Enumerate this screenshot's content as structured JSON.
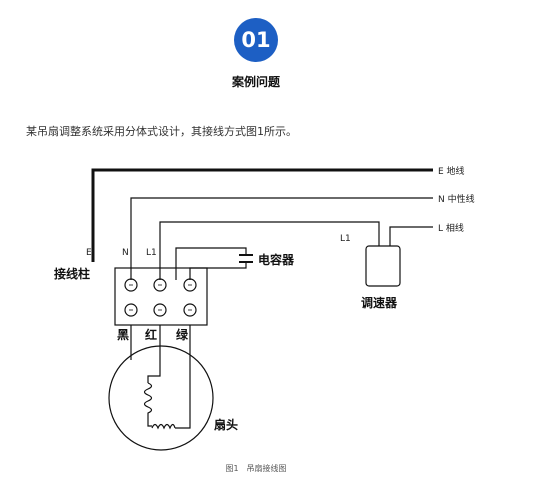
{
  "header": {
    "badge": "01",
    "title": "案例问题"
  },
  "intro_text": "某吊扇调整系统采用分体式设计，其接线方式图1所示。",
  "diagram": {
    "wire_labels": {
      "earth": "E 地线",
      "neutral": "N 中性线",
      "phase": "L 相线"
    },
    "terminal_letters": {
      "e": "E",
      "n": "N",
      "l1_block": "L1",
      "l1_regulator": "L1"
    },
    "components": {
      "terminal_block": "接线柱",
      "capacitor": "电容器",
      "regulator": "调速器",
      "fan_head": "扇头"
    },
    "lead_colors": {
      "black": "黑",
      "red": "红",
      "green": "绿"
    }
  },
  "caption": "图1　吊扇接线图"
}
